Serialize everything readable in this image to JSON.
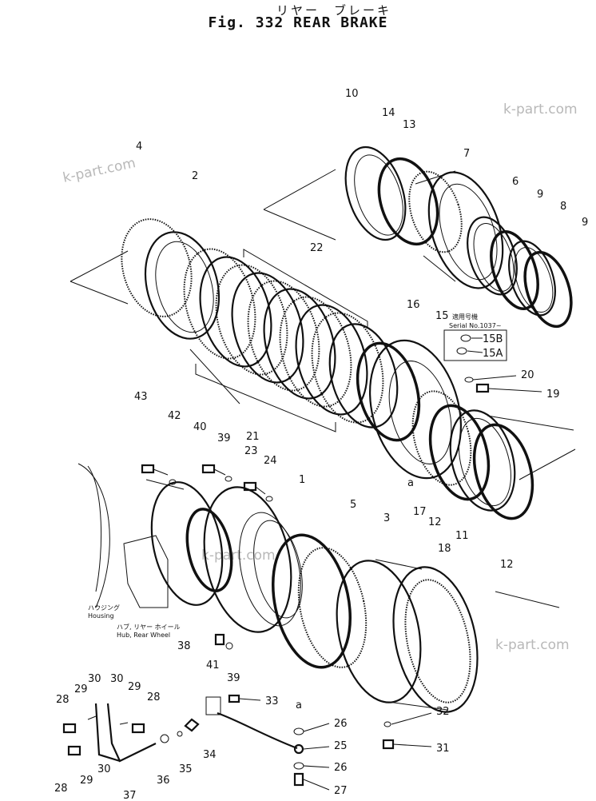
{
  "header": {
    "title_jp": "リヤー　ブレーキ",
    "title": "Fig. 332   REAR BRAKE"
  },
  "watermarks": [
    "k-part.com",
    "k-part.com",
    "k-part.com",
    "k-part.com"
  ],
  "serial_note": {
    "jp": "適用号機",
    "text": "Serial No.1037~"
  },
  "labels": {
    "housing_jp": "ハウジング",
    "housing": "Housing",
    "hub_jp": "ハブ, リヤー ホイール",
    "hub": "Hub, Rear Wheel"
  },
  "parts": [
    {
      "id": "p10",
      "num": "10"
    },
    {
      "id": "p14",
      "num": "14"
    },
    {
      "id": "p13",
      "num": "13"
    },
    {
      "id": "p7",
      "num": "7"
    },
    {
      "id": "p6",
      "num": "6"
    },
    {
      "id": "p9a",
      "num": "9"
    },
    {
      "id": "p8",
      "num": "8"
    },
    {
      "id": "p9b",
      "num": "9"
    },
    {
      "id": "p4",
      "num": "4"
    },
    {
      "id": "p2",
      "num": "2"
    },
    {
      "id": "p22",
      "num": "22"
    },
    {
      "id": "p16",
      "num": "16"
    },
    {
      "id": "p15",
      "num": "15"
    },
    {
      "id": "p15b",
      "num": "15B"
    },
    {
      "id": "p15a",
      "num": "15A"
    },
    {
      "id": "p20",
      "num": "20"
    },
    {
      "id": "p19",
      "num": "19"
    },
    {
      "id": "p21",
      "num": "21"
    },
    {
      "id": "p43",
      "num": "43"
    },
    {
      "id": "p42",
      "num": "42"
    },
    {
      "id": "p40",
      "num": "40"
    },
    {
      "id": "p39a",
      "num": "39"
    },
    {
      "id": "p23",
      "num": "23"
    },
    {
      "id": "p24",
      "num": "24"
    },
    {
      "id": "p1",
      "num": "1"
    },
    {
      "id": "pa1",
      "num": "a"
    },
    {
      "id": "p17",
      "num": "17"
    },
    {
      "id": "p12a",
      "num": "12"
    },
    {
      "id": "p11",
      "num": "11"
    },
    {
      "id": "p12b",
      "num": "12"
    },
    {
      "id": "p5",
      "num": "5"
    },
    {
      "id": "p3",
      "num": "3"
    },
    {
      "id": "p18",
      "num": "18"
    },
    {
      "id": "p38",
      "num": "38"
    },
    {
      "id": "p41",
      "num": "41"
    },
    {
      "id": "p39b",
      "num": "39"
    },
    {
      "id": "p33",
      "num": "33"
    },
    {
      "id": "pa2",
      "num": "a"
    },
    {
      "id": "p32",
      "num": "32"
    },
    {
      "id": "p26a",
      "num": "26"
    },
    {
      "id": "p25",
      "num": "25"
    },
    {
      "id": "p31",
      "num": "31"
    },
    {
      "id": "p26b",
      "num": "26"
    },
    {
      "id": "p27",
      "num": "27"
    },
    {
      "id": "p30a",
      "num": "30"
    },
    {
      "id": "p29a",
      "num": "29"
    },
    {
      "id": "p30b",
      "num": "30"
    },
    {
      "id": "p29b",
      "num": "29"
    },
    {
      "id": "p28a",
      "num": "28"
    },
    {
      "id": "p28b",
      "num": "28"
    },
    {
      "id": "p28c",
      "num": "28"
    },
    {
      "id": "p29c",
      "num": "29"
    },
    {
      "id": "p30c",
      "num": "30"
    },
    {
      "id": "p37",
      "num": "37"
    },
    {
      "id": "p36",
      "num": "36"
    },
    {
      "id": "p35",
      "num": "35"
    },
    {
      "id": "p34",
      "num": "34"
    }
  ]
}
